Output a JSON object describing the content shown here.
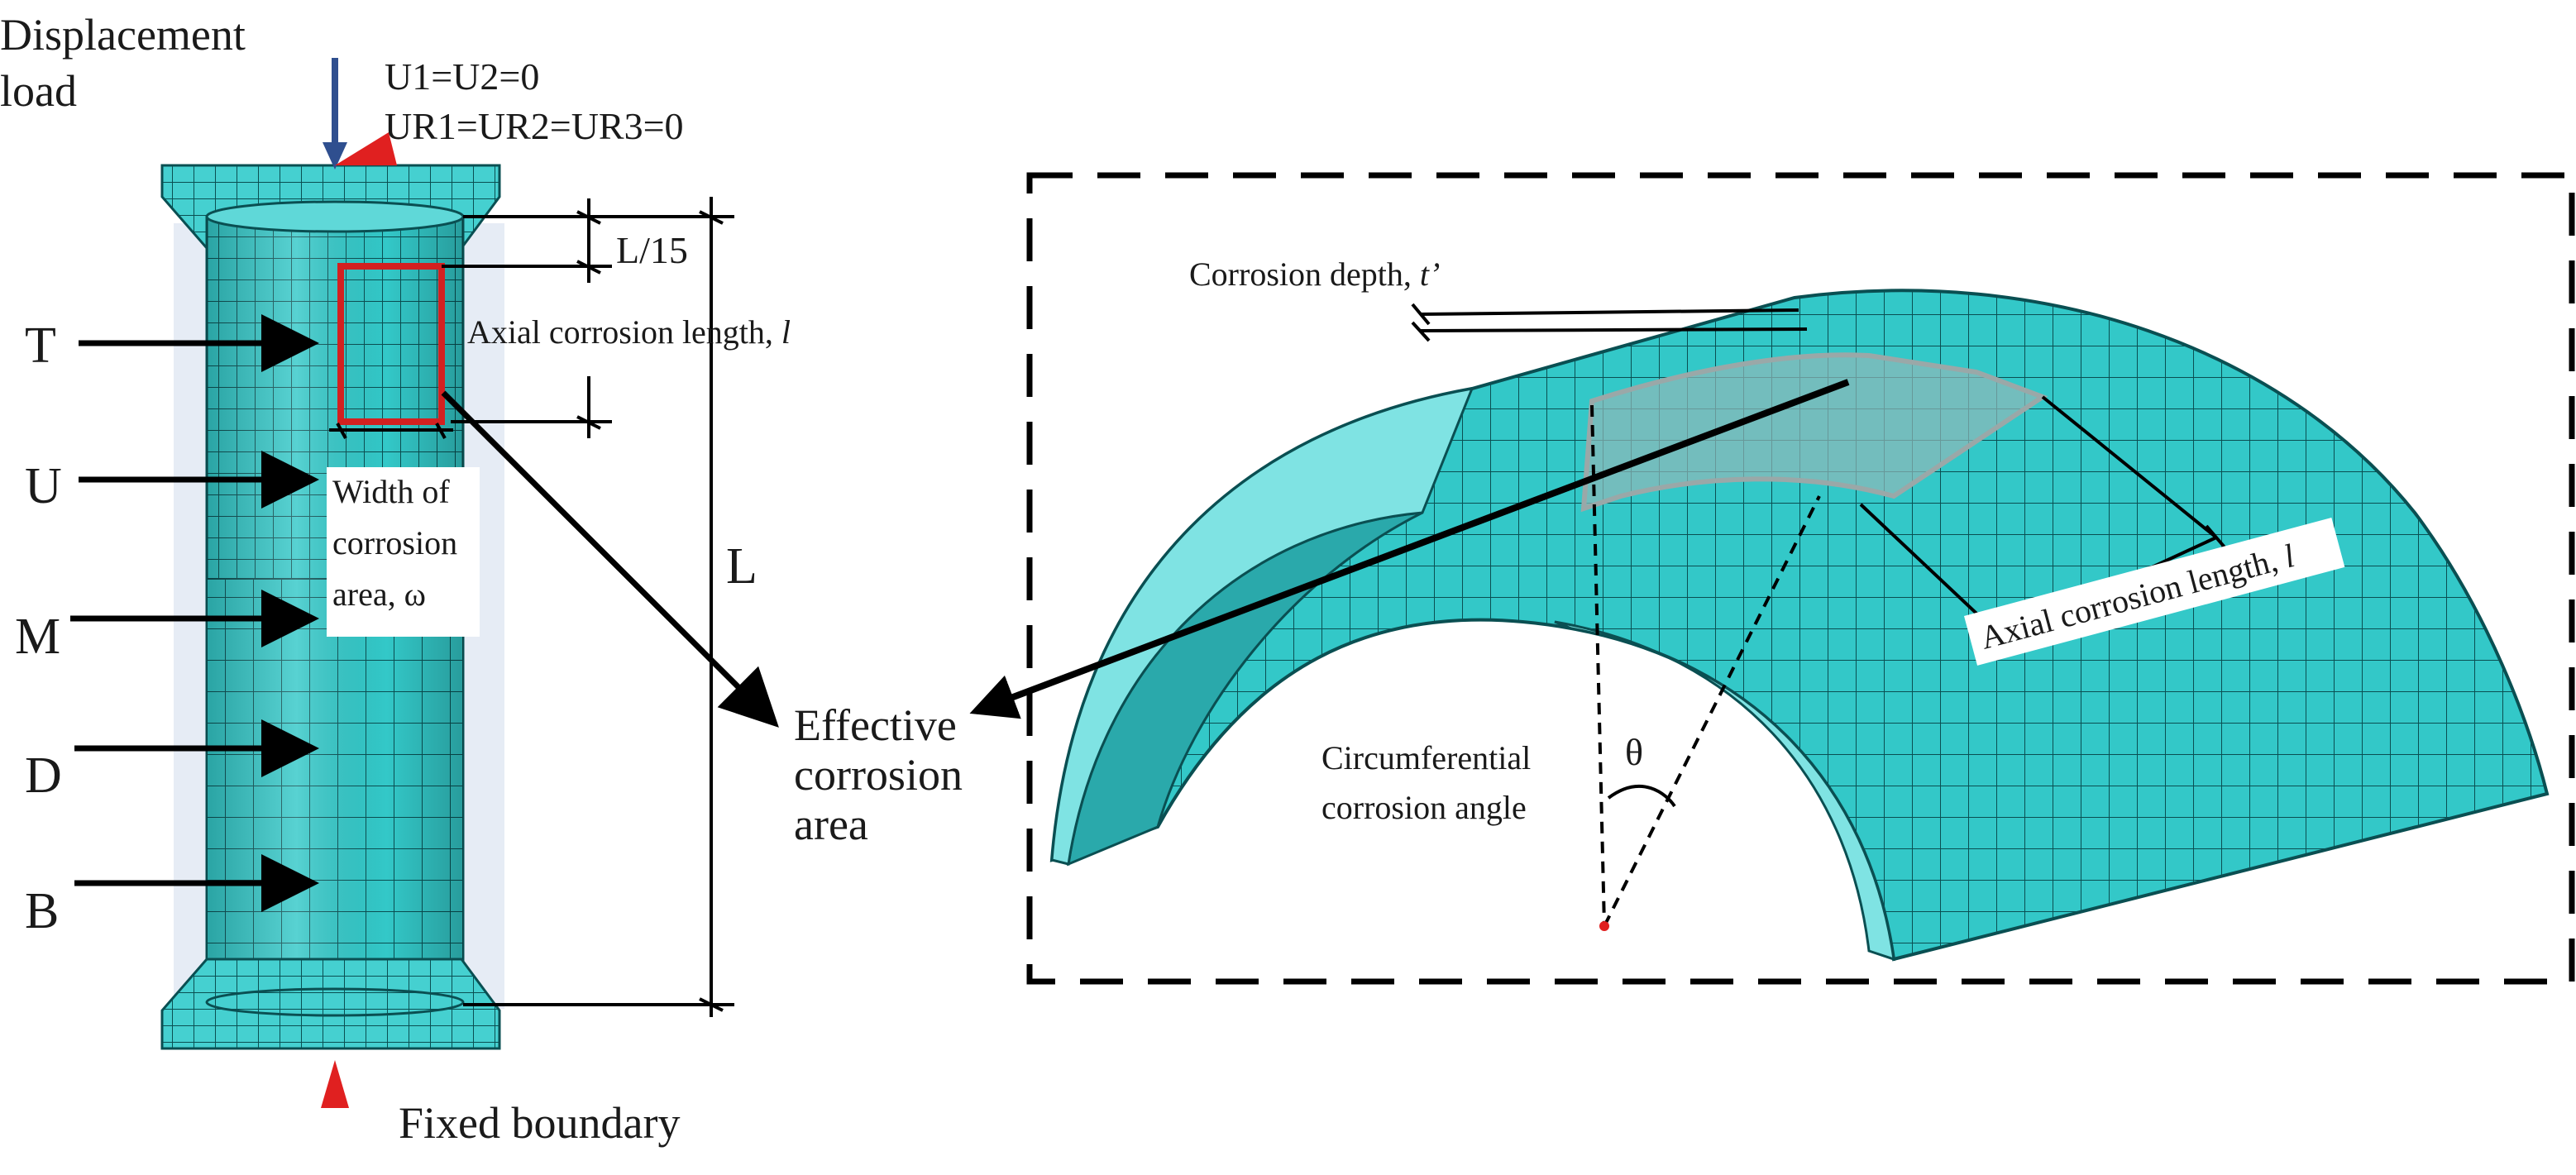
{
  "labels": {
    "displacement_load_1": "Displacement",
    "displacement_load_2": "load",
    "bc_line_1": "U1=U2=0",
    "bc_line_2": "UR1=UR2=UR3=0",
    "l_over_15": "L/15",
    "axial_length_left": "Axial corrosion length, ",
    "axial_length_symbol": "l",
    "width_1": "Width of",
    "width_2": "corrosion",
    "width_3": "area, ω",
    "L": "L",
    "effective_1": "Effective",
    "effective_2": "corrosion",
    "effective_3": "area",
    "fixed_boundary": "Fixed boundary",
    "corrosion_depth": "Corrosion depth, ",
    "corrosion_depth_symbol": "t’",
    "axial_length_right": "Axial corrosion length, ",
    "axial_length_right_symbol": "l",
    "circumferential_1": "Circumferential",
    "circumferential_2": "corrosion angle",
    "theta": "θ"
  },
  "positions": [
    {
      "label": "T"
    },
    {
      "label": "U"
    },
    {
      "label": "M"
    },
    {
      "label": "D"
    },
    {
      "label": "B"
    }
  ],
  "colors": {
    "mesh_fill": "#33c8c8",
    "mesh_light": "#7fe3e3",
    "mesh_line": "#0a4f52",
    "highlight_red": "#d32020",
    "load_arrow": "#2f4f8f",
    "corroded_patch": "#9aa8a8"
  }
}
